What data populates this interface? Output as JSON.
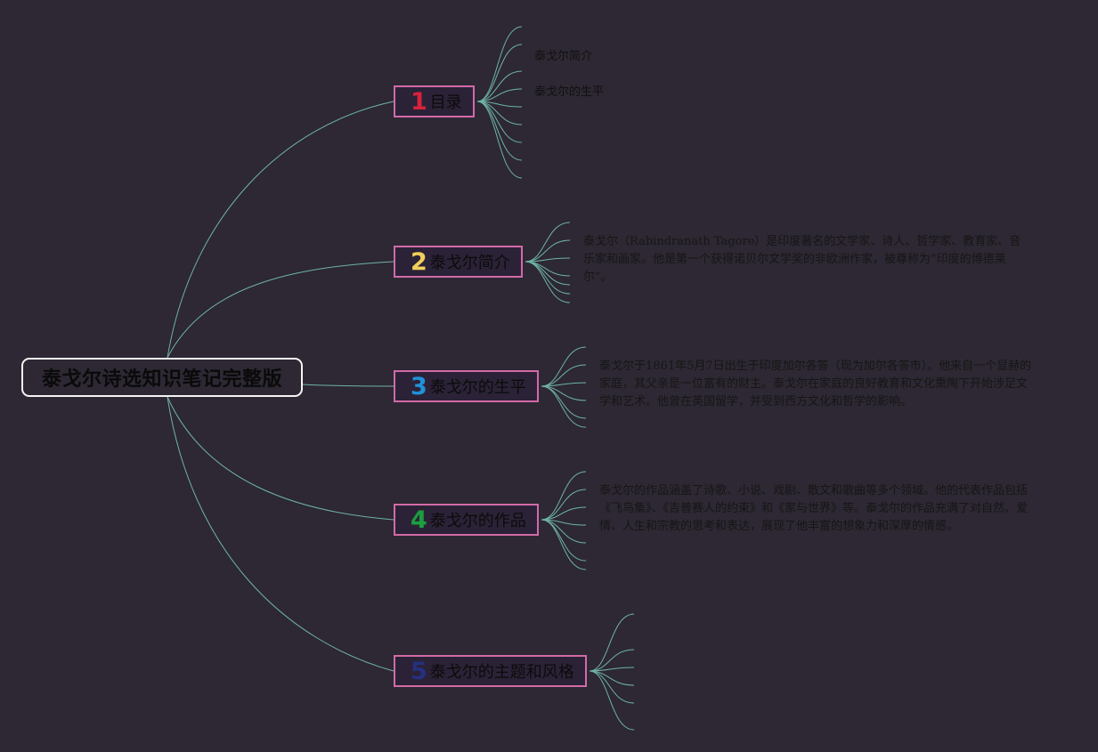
{
  "colors": {
    "background": "#2d2833",
    "connector": "#6fb3a7",
    "topic_border": "#d36aa8",
    "root_border": "#f4f4f4"
  },
  "root": {
    "title": "泰戈尔诗选知识笔记完整版"
  },
  "topics": [
    {
      "num": "1",
      "label": "目录",
      "num_color": "#d8223c"
    },
    {
      "num": "2",
      "label": "泰戈尔简介",
      "num_color": "#f2cf5b"
    },
    {
      "num": "3",
      "label": "泰戈尔的生平",
      "num_color": "#2191d9"
    },
    {
      "num": "4",
      "label": "泰戈尔的作品",
      "num_color": "#1d9e3e"
    },
    {
      "num": "5",
      "label": "泰戈尔的主题和风格",
      "num_color": "#26307f"
    }
  ],
  "toc_items": [
    "泰戈尔简介",
    "泰戈尔的生平"
  ],
  "details": {
    "intro": "泰戈尔（Rabindranath Tagore）是印度著名的文学家、诗人、哲学家、教育家、音乐家和画家。他是第一个获得诺贝尔文学奖的非欧洲作家，被尊称为“印度的博德莱尔”。",
    "life": "泰戈尔于1861年5月7日出生于印度加尔各答（现为加尔各答市）。他来自一个显赫的家庭，其父亲是一位富有的财主。泰戈尔在家庭的良好教育和文化熏陶下开始涉足文学和艺术。他曾在英国留学，并受到西方文化和哲学的影响。",
    "works": "泰戈尔的作品涵盖了诗歌、小说、戏剧、散文和歌曲等多个领域。他的代表作品包括《飞鸟集》、《吉普赛人的约束》和《家与世界》等。泰戈尔的作品充满了对自然、爱情、人生和宗教的思考和表达，展现了他丰富的想象力和深厚的情感。"
  }
}
